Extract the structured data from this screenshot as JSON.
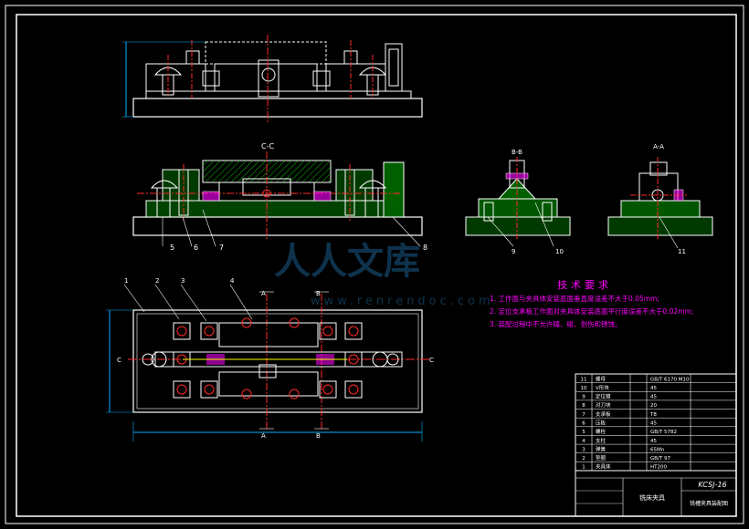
{
  "colors": {
    "background": "#000000",
    "outline": "#ffffff",
    "hatch": "#00c000",
    "centerline": "#ff2a2a",
    "dimension": "#00b0ff",
    "highlight": "#ffff00",
    "title_block": "#ffffff",
    "part_color": "#ff00ff"
  },
  "section_labels": {
    "cc": "C-C",
    "bb": "B-B",
    "aa": "A-A"
  },
  "cut_markers": {
    "a_top": "A",
    "a_bottom": "A",
    "b_top": "B",
    "b_bottom": "B",
    "c_left": "C",
    "c_right": "C"
  },
  "balloons": {
    "side": [
      "5",
      "6",
      "7",
      "8"
    ],
    "bb": "9",
    "bb2": "10",
    "aa": "11",
    "plan": [
      "1",
      "2",
      "3",
      "4"
    ]
  },
  "watermark": {
    "text_cn": "人人文库",
    "url": "www.renrendoc.com"
  },
  "tech_requirements": {
    "title": "技术要求",
    "items": [
      "1. 工作面与夹具体安装底面垂直度误差不大于0.05mm;",
      "2. 定位支承板工作面对夹具体安装底面平行度误差不大于0.02mm;",
      "3. 装配过程中不允许磕、碰、划伤和锈蚀。"
    ]
  },
  "title_block": {
    "drawing_no": "KCSJ-16",
    "part_name": "铣床夹具",
    "drawing_title": "铣槽夹具装配图",
    "rows": [
      {
        "no": "11",
        "name": "螺母",
        "spec": "GB/T 6170 M10"
      },
      {
        "no": "10",
        "name": "V形块",
        "spec": "45"
      },
      {
        "no": "9",
        "name": "定位键",
        "spec": "45"
      },
      {
        "no": "8",
        "name": "对刀块",
        "spec": "20"
      },
      {
        "no": "7",
        "name": "支承板",
        "spec": "T8"
      },
      {
        "no": "6",
        "name": "压板",
        "spec": "45"
      },
      {
        "no": "5",
        "name": "螺栓",
        "spec": "GB/T 5782"
      },
      {
        "no": "4",
        "name": "支柱",
        "spec": "45"
      },
      {
        "no": "3",
        "name": "弹簧",
        "spec": "65Mn"
      },
      {
        "no": "2",
        "name": "垫圈",
        "spec": "GB/T 97"
      },
      {
        "no": "1",
        "name": "夹具体",
        "spec": "HT200"
      }
    ]
  }
}
